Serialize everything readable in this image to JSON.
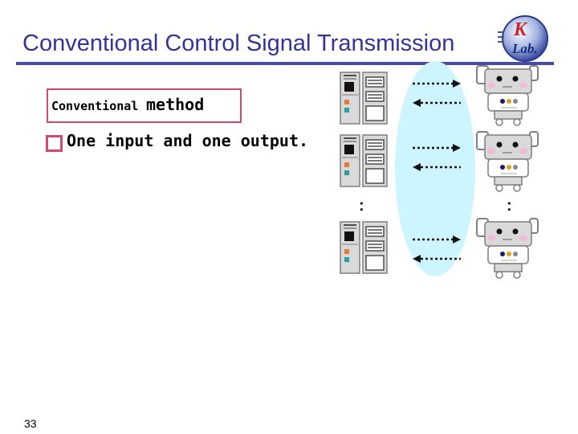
{
  "slide": {
    "title": "Conventional Control Signal Transmission",
    "method_small": "Conventional",
    "method_large": "method",
    "bullet": "One input and one output.",
    "page_number": "33",
    "logo_text_top": "K",
    "logo_text_bottom": "Lab.",
    "vertical_ellipsis": ":"
  },
  "colors": {
    "title": "#33339a",
    "accent_border": "#d14a6e",
    "ellipse_fill": "#ccf5ff",
    "computer_light": "#d9d9d9",
    "computer_dark": "#7f7f7f",
    "led_orange": "#e07c3a",
    "led_teal": "#2aa198"
  },
  "diagram": {
    "pairs": [
      "pair-1",
      "pair-2",
      "pair-3"
    ]
  }
}
